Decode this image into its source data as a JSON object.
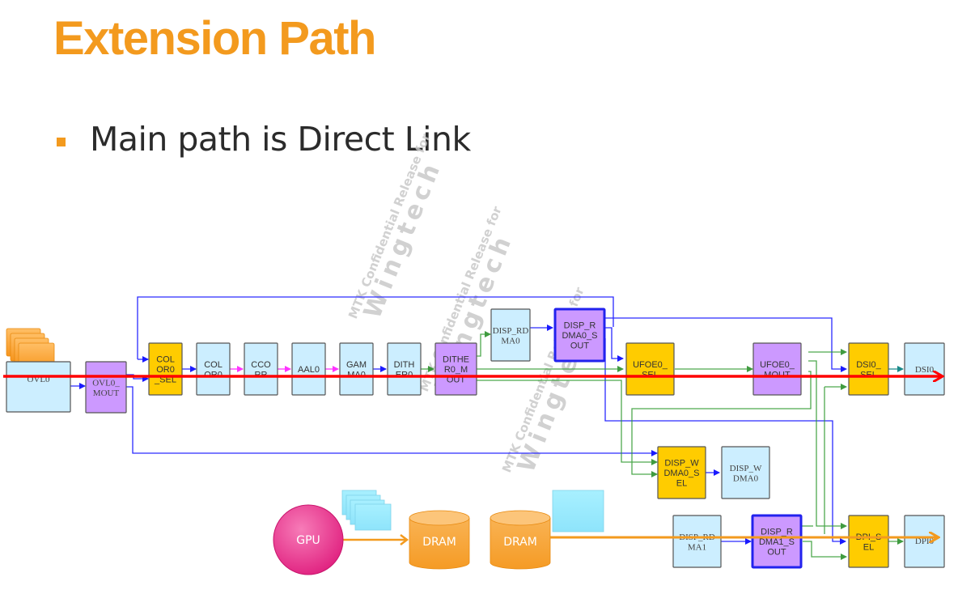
{
  "title": "Extension Path",
  "bullets": [
    "Main path is Direct Link"
  ],
  "watermark": {
    "line1": "MTK Confidential Release for",
    "line2": "Wingtech"
  },
  "colors": {
    "title": "#f39a1e",
    "sel_block": "#ffcc00",
    "mout_block": "#cc99ff",
    "module_block": "#cceeff",
    "main_path": "#ff0000",
    "ext_path": "#f39a1e",
    "gpu": "#e8348f",
    "dram": "#f7a640"
  },
  "blocks": {
    "ovl0": "OVL0",
    "ovl0_mout": [
      "OVL0_",
      "MOUT"
    ],
    "color0_sel": [
      "COL",
      "OR0",
      "_SEL"
    ],
    "color0": [
      "COL",
      "OR0"
    ],
    "ccorr": [
      "CCO",
      "RR"
    ],
    "aal0": "AAL0",
    "gamma0": [
      "GAM",
      "MA0"
    ],
    "dither0": [
      "DITH",
      "ER0"
    ],
    "dither0_mout": [
      "DITHE",
      "R0_M",
      "OUT"
    ],
    "disp_rdma0": [
      "DISP_RD",
      "MA0"
    ],
    "disp_rdma0_sout": [
      "DISP_R",
      "DMA0_S",
      "OUT"
    ],
    "ufoe0_sel": [
      "UFOE0_",
      "SEL"
    ],
    "ufoe0_mout": [
      "UFOE0_",
      "MOUT"
    ],
    "dsi0_sel": [
      "DSI0_",
      "SEL"
    ],
    "dsi0": "DSI0",
    "disp_wdma0_sel": [
      "DISP_W",
      "DMA0_S",
      "EL"
    ],
    "disp_wdma0": [
      "DISP_W",
      "DMA0"
    ],
    "disp_rdma1": [
      "DISP_RD",
      "MA1"
    ],
    "disp_rdma1_sout": [
      "DISP_R",
      "DMA1_S",
      "OUT"
    ],
    "dpi_sel": [
      "DPI_S",
      "EL"
    ],
    "dpi0": "DPI0",
    "gpu": "GPU",
    "dram1": "DRAM",
    "dram2": "DRAM"
  }
}
